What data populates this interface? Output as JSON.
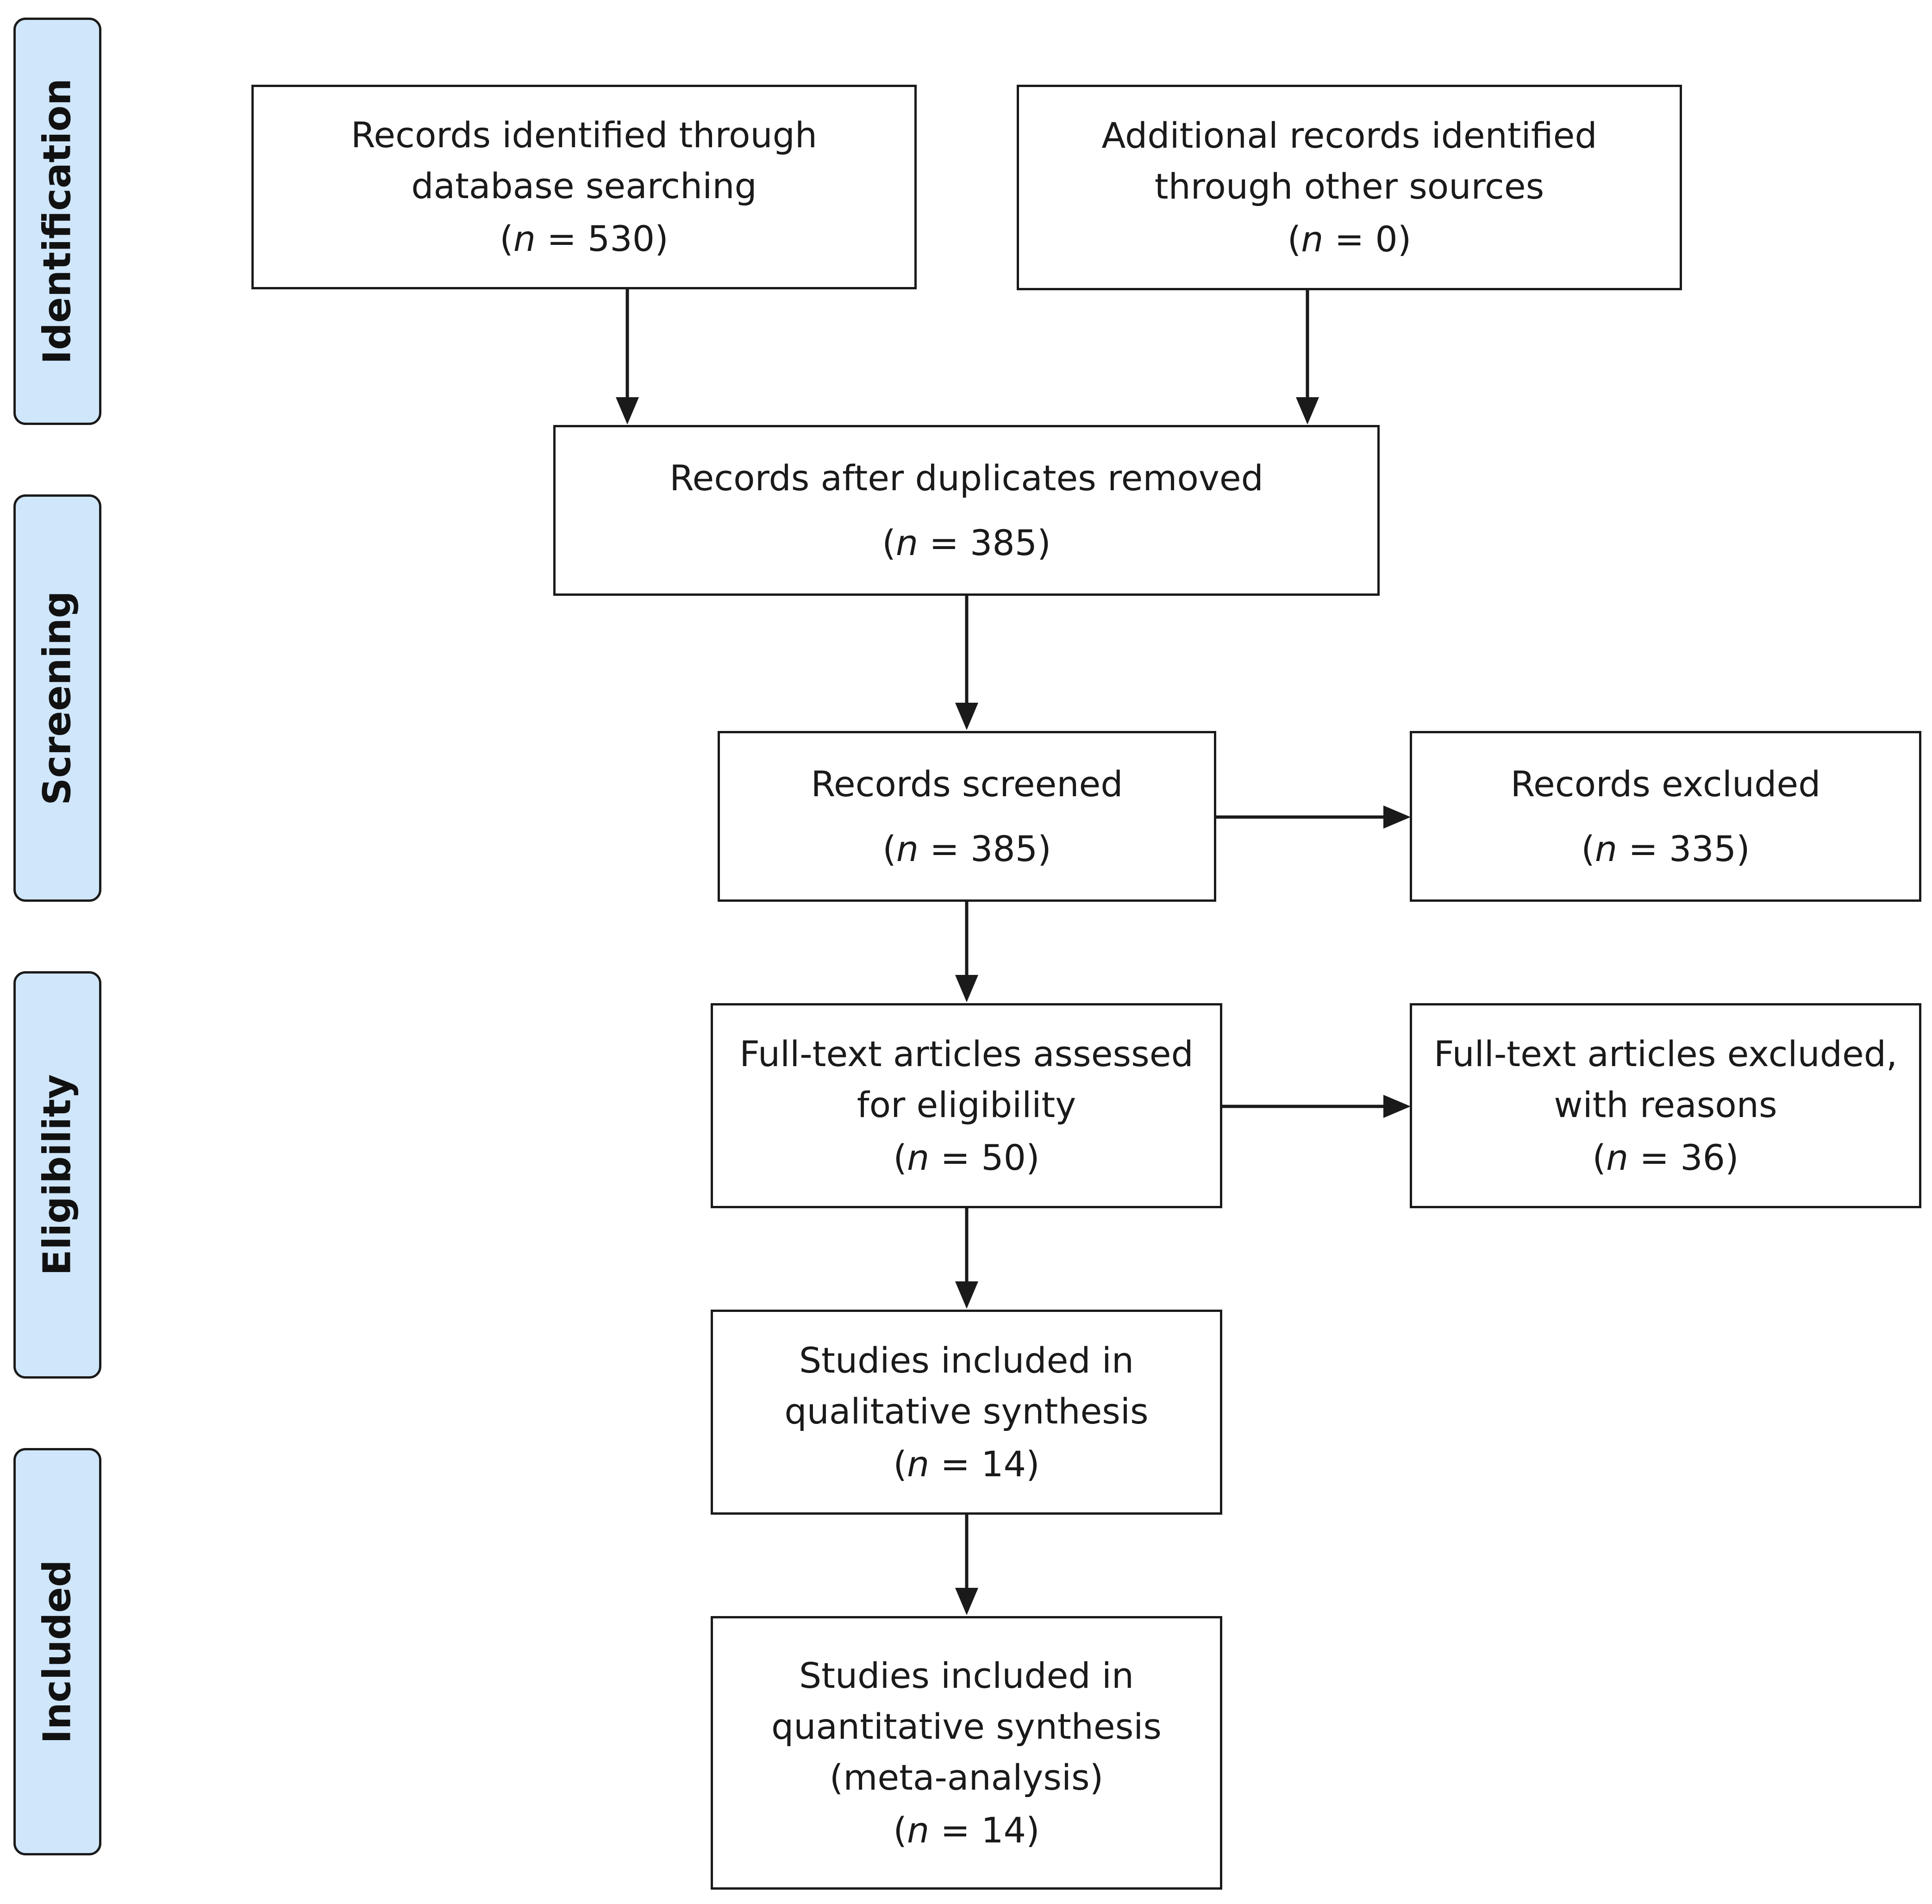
{
  "stages": {
    "identification": "Identification",
    "screening": "Screening",
    "eligibility": "Eligibility",
    "included": "Included"
  },
  "boxes": {
    "database_records": {
      "lines": [
        "Records identified through",
        "database searching"
      ],
      "n_symbol": "n",
      "n_value": "530"
    },
    "other_records": {
      "lines": [
        "Additional records identified",
        "through other sources"
      ],
      "n_symbol": "n",
      "n_value": "0"
    },
    "duplicates_removed": {
      "lines": [
        "Records after duplicates removed"
      ],
      "n_symbol": "n",
      "n_value": "385"
    },
    "screened": {
      "lines": [
        "Records screened"
      ],
      "n_symbol": "n",
      "n_value": "385"
    },
    "excluded": {
      "lines": [
        "Records excluded"
      ],
      "n_symbol": "n",
      "n_value": "335"
    },
    "fulltext_assessed": {
      "lines": [
        "Full-text articles assessed",
        "for eligibility"
      ],
      "n_symbol": "n",
      "n_value": "50"
    },
    "fulltext_excluded": {
      "lines": [
        "Full-text articles excluded,",
        "with reasons"
      ],
      "n_symbol": "n",
      "n_value": "36"
    },
    "qualitative": {
      "lines": [
        "Studies included in",
        "qualitative synthesis"
      ],
      "n_symbol": "n",
      "n_value": "14"
    },
    "quantitative": {
      "lines": [
        "Studies included in",
        "quantitative synthesis",
        "(meta-analysis)"
      ],
      "n_symbol": "n",
      "n_value": "14"
    }
  }
}
